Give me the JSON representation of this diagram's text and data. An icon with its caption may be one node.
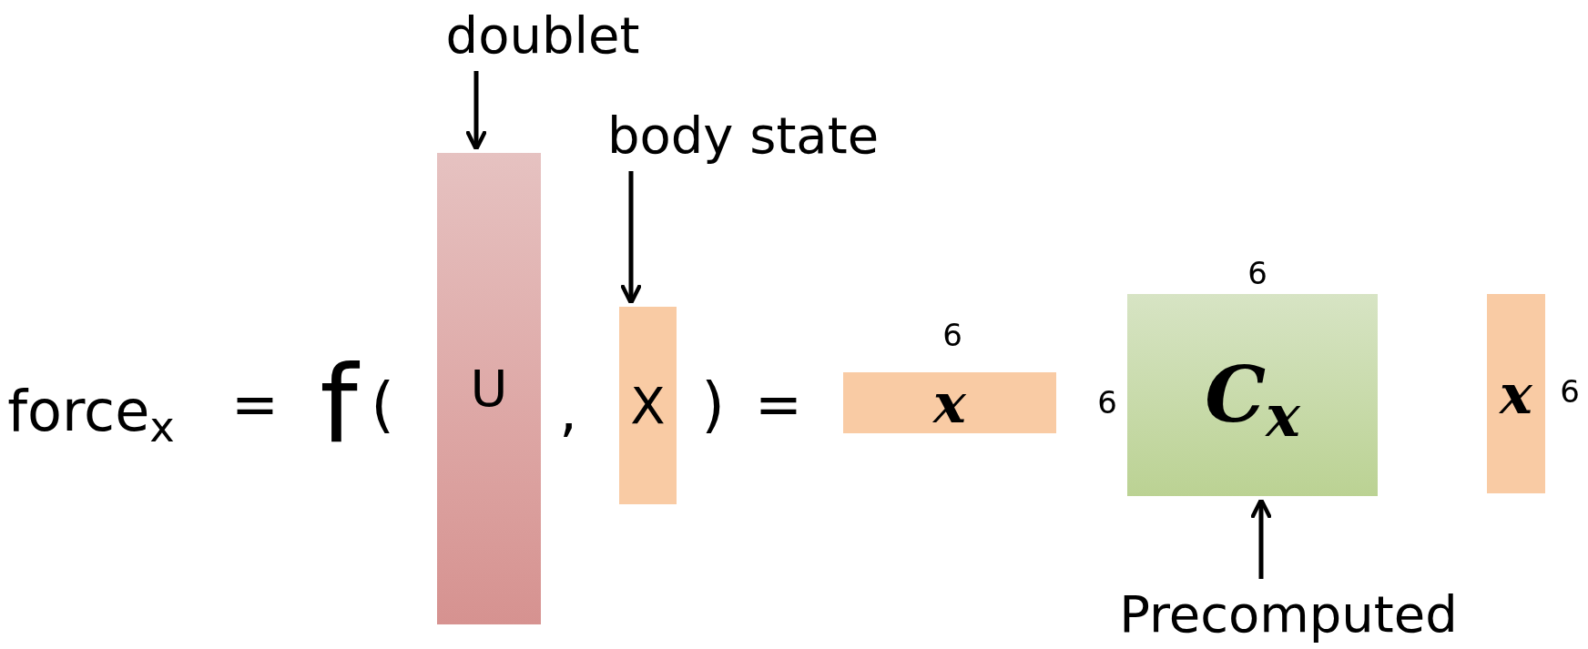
{
  "diagram": {
    "nodes": [
      {
        "text": [
          "doublet"
        ]
      },
      {
        "text": [
          "U"
        ]
      },
      {
        "text": [
          "body state"
        ]
      },
      {
        "text": [
          "X"
        ]
      },
      {
        "text": [
          "x"
        ],
        "beside": [
          "6"
        ]
      },
      {
        "text": [
          "C$_{x}$"
        ],
        "beside": [
          "6",
          "6"
        ]
      },
      {
        "text": [
          "x"
        ],
        "beside": [
          "6"
        ]
      },
      {
        "text": [
          "Precomputed"
        ]
      }
    ],
    "edges": [
      {
        "from": 0,
        "to": 1,
        "arrow": "to"
      },
      {
        "from": 2,
        "to": 3,
        "arrow": "to"
      },
      {
        "from": 7,
        "to": 5,
        "arrow": "to"
      }
    ],
    "labels": [
      "force$_{x}$",
      "=",
      "f",
      "(",
      ",",
      ")",
      "="
    ]
  }
}
